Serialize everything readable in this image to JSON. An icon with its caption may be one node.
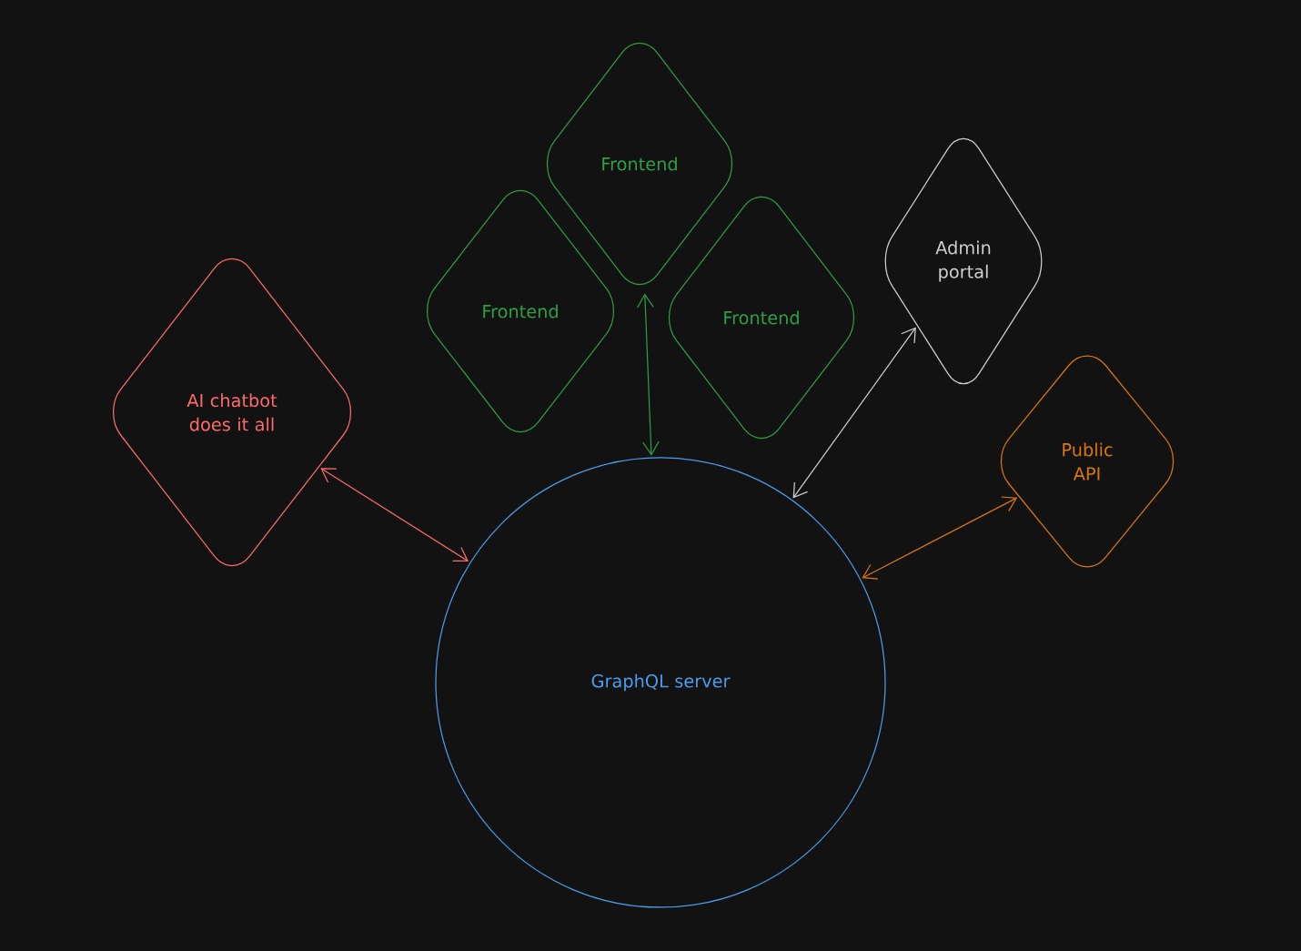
{
  "diagram": {
    "nodes": [
      {
        "text": [
          "Frontend"
        ]
      },
      {
        "text": [
          "Frontend"
        ]
      },
      {
        "text": [
          "Frontend"
        ]
      },
      {
        "text": [
          "Admin portal"
        ]
      },
      {
        "text": [
          "AI chatbot does it all"
        ]
      },
      {
        "text": [
          "Public API"
        ]
      },
      {
        "text": [
          "GraphQL server"
        ]
      }
    ],
    "edges": [
      {
        "from": 0,
        "to": 6,
        "arrow": "both",
        "color": "#2f9e44"
      },
      {
        "from": 4,
        "to": 6,
        "arrow": "both",
        "color": "#ff6b6b"
      },
      {
        "from": 3,
        "to": 6,
        "arrow": "both",
        "color": "#d0d0d0"
      },
      {
        "from": 5,
        "to": 6,
        "arrow": "both",
        "color": "#d9770f"
      }
    ]
  }
}
